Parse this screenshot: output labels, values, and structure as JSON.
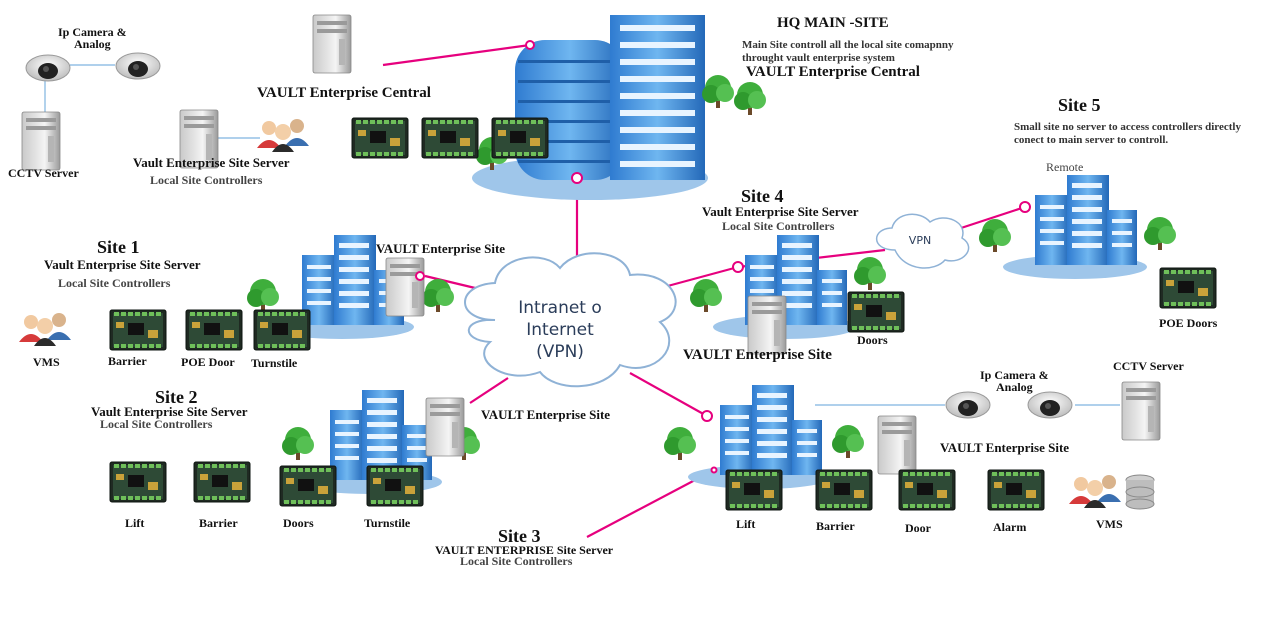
{
  "cloud": {
    "line1": "Intranet o",
    "line2": "Internet",
    "line3": "(VPN)"
  },
  "vpn_label": "VPN",
  "hq": {
    "title": "HQ MAIN -SITE",
    "desc_line1": "Main Site controll all the local site comapnny",
    "desc_line2": "throught vault enterprise system",
    "central_right": "VAULT Enterprise Central",
    "central_left": "VAULT Enterprise Central",
    "site_server": "Vault Enterprise Site Server",
    "local_controllers": "Local Site Controllers",
    "camera": "Ip Camera &\nAnalog",
    "cctv": "CCTV Server"
  },
  "site1": {
    "title": "Site 1",
    "server": "Vault Enterprise Site Server",
    "controllers": "Local Site Controllers",
    "enterprise": "VAULT Enterprise Site",
    "devices": [
      "VMS",
      "Barrier",
      "POE Door",
      "Turnstile"
    ]
  },
  "site2": {
    "title": "Site 2",
    "server": "Vault Enterprise Site Server",
    "controllers": "Local Site Controllers",
    "enterprise": "VAULT Enterprise Site",
    "devices": [
      "Lift",
      "Barrier",
      "Doors",
      "Turnstile"
    ]
  },
  "site3": {
    "title": "Site 3",
    "server": "VAULT ENTERPRISE Site Server",
    "controllers": "Local Site Controllers",
    "enterprise": "VAULT Enterprise Site",
    "camera": "Ip Camera &\nAnalog",
    "cctv": "CCTV Server",
    "devices": [
      "Lift",
      "Barrier",
      "Door",
      "Alarm",
      "VMS"
    ]
  },
  "site4": {
    "title": "Site 4",
    "server": "Vault Enterprise Site Server",
    "controllers": "Local Site Controllers",
    "enterprise": "VAULT Enterprise Site",
    "doors": "Doors"
  },
  "site5": {
    "title": "Site 5",
    "desc": "Small site no server to access controllers directly conect to main server to controll.",
    "remote": "Remote",
    "poe": "POE Doors"
  },
  "colors": {
    "link": "#e6007e",
    "building": "#3d8fd8",
    "building_dark": "#1f5fa8",
    "tree": "#3fae3c"
  }
}
